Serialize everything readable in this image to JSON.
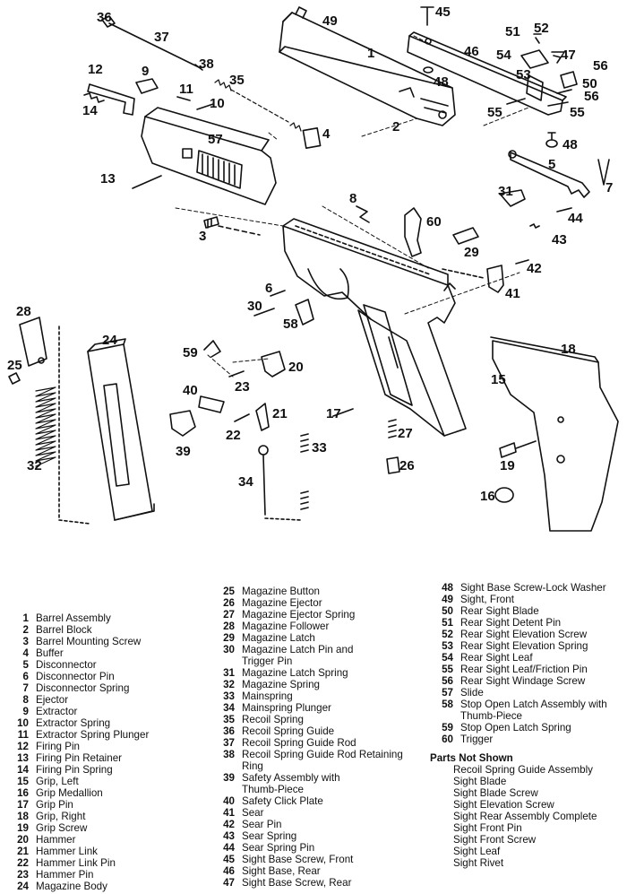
{
  "diagram": {
    "callouts": [
      {
        "n": "1"
      },
      {
        "n": "2"
      },
      {
        "n": "3"
      },
      {
        "n": "4"
      },
      {
        "n": "5"
      },
      {
        "n": "6"
      },
      {
        "n": "7"
      },
      {
        "n": "8"
      },
      {
        "n": "9"
      },
      {
        "n": "10"
      },
      {
        "n": "11"
      },
      {
        "n": "12"
      },
      {
        "n": "13"
      },
      {
        "n": "14"
      },
      {
        "n": "15"
      },
      {
        "n": "16"
      },
      {
        "n": "17"
      },
      {
        "n": "18"
      },
      {
        "n": "19"
      },
      {
        "n": "20"
      },
      {
        "n": "21"
      },
      {
        "n": "22"
      },
      {
        "n": "23"
      },
      {
        "n": "24"
      },
      {
        "n": "25"
      },
      {
        "n": "26"
      },
      {
        "n": "27"
      },
      {
        "n": "28"
      },
      {
        "n": "29"
      },
      {
        "n": "30"
      },
      {
        "n": "31"
      },
      {
        "n": "32"
      },
      {
        "n": "33"
      },
      {
        "n": "34"
      },
      {
        "n": "35"
      },
      {
        "n": "36"
      },
      {
        "n": "37"
      },
      {
        "n": "38"
      },
      {
        "n": "39"
      },
      {
        "n": "40"
      },
      {
        "n": "41"
      },
      {
        "n": "42"
      },
      {
        "n": "43"
      },
      {
        "n": "44"
      },
      {
        "n": "45"
      },
      {
        "n": "46"
      },
      {
        "n": "47"
      },
      {
        "n": "48"
      },
      {
        "n": "48"
      },
      {
        "n": "49"
      },
      {
        "n": "50"
      },
      {
        "n": "51"
      },
      {
        "n": "52"
      },
      {
        "n": "53"
      },
      {
        "n": "54"
      },
      {
        "n": "55"
      },
      {
        "n": "55"
      },
      {
        "n": "56"
      },
      {
        "n": "56"
      },
      {
        "n": "57"
      },
      {
        "n": "58"
      },
      {
        "n": "59"
      },
      {
        "n": "60"
      }
    ]
  },
  "legend": {
    "col1": [
      {
        "num": "1",
        "text": "Barrel Assembly"
      },
      {
        "num": "2",
        "text": "Barrel Block"
      },
      {
        "num": "3",
        "text": "Barrel Mounting Screw"
      },
      {
        "num": "4",
        "text": "Buffer"
      },
      {
        "num": "5",
        "text": "Disconnector"
      },
      {
        "num": "6",
        "text": "Disconnector Pin"
      },
      {
        "num": "7",
        "text": "Disconnector Spring"
      },
      {
        "num": "8",
        "text": "Ejector"
      },
      {
        "num": "9",
        "text": "Extractor"
      },
      {
        "num": "10",
        "text": "Extractor Spring"
      },
      {
        "num": "11",
        "text": "Extractor Spring Plunger"
      },
      {
        "num": "12",
        "text": "Firing Pin"
      },
      {
        "num": "13",
        "text": "Firing Pin Retainer"
      },
      {
        "num": "14",
        "text": "Firing Pin Spring"
      },
      {
        "num": "15",
        "text": "Grip, Left"
      },
      {
        "num": "16",
        "text": "Grip Medallion"
      },
      {
        "num": "17",
        "text": "Grip Pin"
      },
      {
        "num": "18",
        "text": "Grip, Right"
      },
      {
        "num": "19",
        "text": "Grip Screw"
      },
      {
        "num": "20",
        "text": "Hammer"
      },
      {
        "num": "21",
        "text": "Hammer Link"
      },
      {
        "num": "22",
        "text": "Hammer Link Pin"
      },
      {
        "num": "23",
        "text": "Hammer Pin"
      },
      {
        "num": "24",
        "text": "Magazine Body"
      }
    ],
    "col2": [
      {
        "num": "25",
        "text": "Magazine Button"
      },
      {
        "num": "26",
        "text": "Magazine Ejector"
      },
      {
        "num": "27",
        "text": "Magazine Ejector Spring"
      },
      {
        "num": "28",
        "text": "Magazine Follower"
      },
      {
        "num": "29",
        "text": "Magazine Latch"
      },
      {
        "num": "30",
        "text": "Magazine Latch Pin and",
        "cont": "Trigger Pin"
      },
      {
        "num": "31",
        "text": "Magazine Latch Spring"
      },
      {
        "num": "32",
        "text": "Magazine Spring"
      },
      {
        "num": "33",
        "text": "Mainspring"
      },
      {
        "num": "34",
        "text": "Mainspring Plunger"
      },
      {
        "num": "35",
        "text": "Recoil Spring"
      },
      {
        "num": "36",
        "text": "Recoil Spring Guide"
      },
      {
        "num": "37",
        "text": "Recoil Spring Guide Rod"
      },
      {
        "num": "38",
        "text": "Recoil Spring Guide Rod Retaining",
        "cont": "Ring"
      },
      {
        "num": "39",
        "text": "Safety Assembly with",
        "cont": "Thumb-Piece"
      },
      {
        "num": "40",
        "text": "Safety Click Plate"
      },
      {
        "num": "41",
        "text": "Sear"
      },
      {
        "num": "42",
        "text": "Sear Pin"
      },
      {
        "num": "43",
        "text": "Sear Spring"
      },
      {
        "num": "44",
        "text": "Sear Spring Pin"
      },
      {
        "num": "45",
        "text": "Sight Base Screw, Front"
      },
      {
        "num": "46",
        "text": "Sight Base, Rear"
      },
      {
        "num": "47",
        "text": "Sight Base Screw, Rear"
      }
    ],
    "col3": [
      {
        "num": "48",
        "text": "Sight Base Screw-Lock Washer"
      },
      {
        "num": "49",
        "text": "Sight, Front"
      },
      {
        "num": "50",
        "text": "Rear Sight Blade"
      },
      {
        "num": "51",
        "text": "Rear Sight Detent Pin"
      },
      {
        "num": "52",
        "text": "Rear Sight Elevation Screw"
      },
      {
        "num": "53",
        "text": "Rear Sight Elevation Spring"
      },
      {
        "num": "54",
        "text": "Rear Sight Leaf"
      },
      {
        "num": "55",
        "text": "Rear Sight Leaf/Friction Pin"
      },
      {
        "num": "56",
        "text": "Rear Sight Windage Screw"
      },
      {
        "num": "57",
        "text": "Slide"
      },
      {
        "num": "58",
        "text": "Stop Open Latch Assembly with",
        "cont": "Thumb-Piece"
      },
      {
        "num": "59",
        "text": "Stop Open Latch Spring"
      },
      {
        "num": "60",
        "text": "Trigger"
      }
    ],
    "not_shown_title": "Parts Not Shown",
    "not_shown": [
      "Recoil Spring Guide Assembly",
      "Sight Blade",
      "Sight Blade Screw",
      "Sight Elevation Screw",
      "Sight Rear Assembly Complete",
      "Sight Front Pin",
      "Sight Front Screw",
      "Sight Leaf",
      "Sight Rivet"
    ]
  }
}
